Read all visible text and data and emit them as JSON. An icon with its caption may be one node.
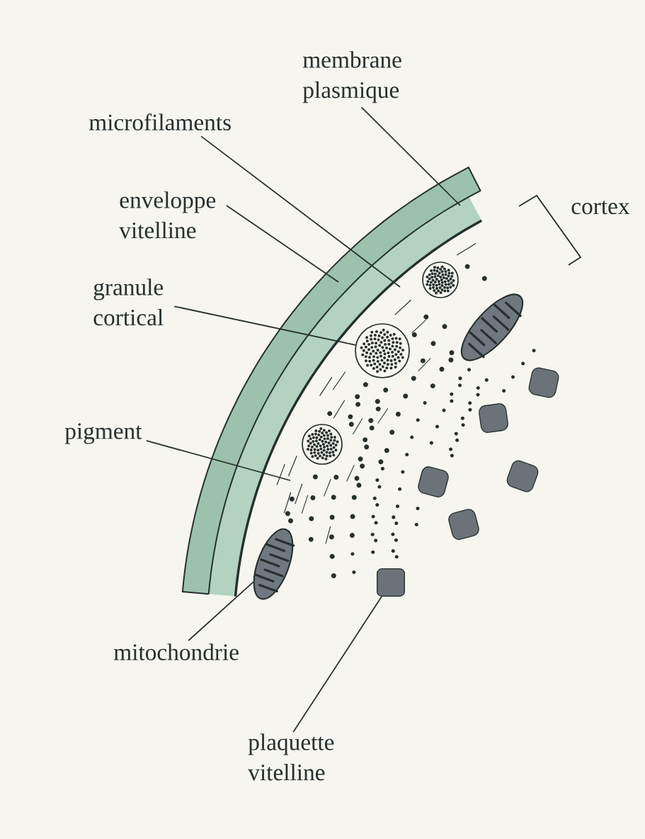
{
  "diagram": {
    "nodes": [
      {
        "text": [
          "membrane plasmique"
        ]
      },
      {
        "text": [
          "microfilaments"
        ]
      },
      {
        "text": [
          "enveloppe vitelline"
        ]
      },
      {
        "text": [
          "granule cortical"
        ]
      },
      {
        "text": [
          "pigment"
        ]
      },
      {
        "text": [
          "mitochondrie"
        ]
      },
      {
        "text": [
          "plaquette vitelline"
        ]
      },
      {
        "text": [],
        "shape": "circle"
      },
      {
        "text": [],
        "shape": "ellipse"
      },
      {
        "text": [],
        "shape": "box"
      }
    ],
    "edges": [
      {
        "from": 0,
        "to": null,
        "arrow": "none"
      },
      {
        "from": 1,
        "to": null,
        "arrow": "none"
      },
      {
        "from": 2,
        "to": null,
        "arrow": "none"
      },
      {
        "from": 3,
        "to": 7,
        "arrow": "none"
      },
      {
        "from": 4,
        "to": null,
        "arrow": "none"
      },
      {
        "from": 5,
        "to": 8,
        "arrow": "none"
      },
      {
        "from": 6,
        "to": 9,
        "arrow": "none"
      }
    ],
    "labels": [
      "cortex"
    ]
  }
}
